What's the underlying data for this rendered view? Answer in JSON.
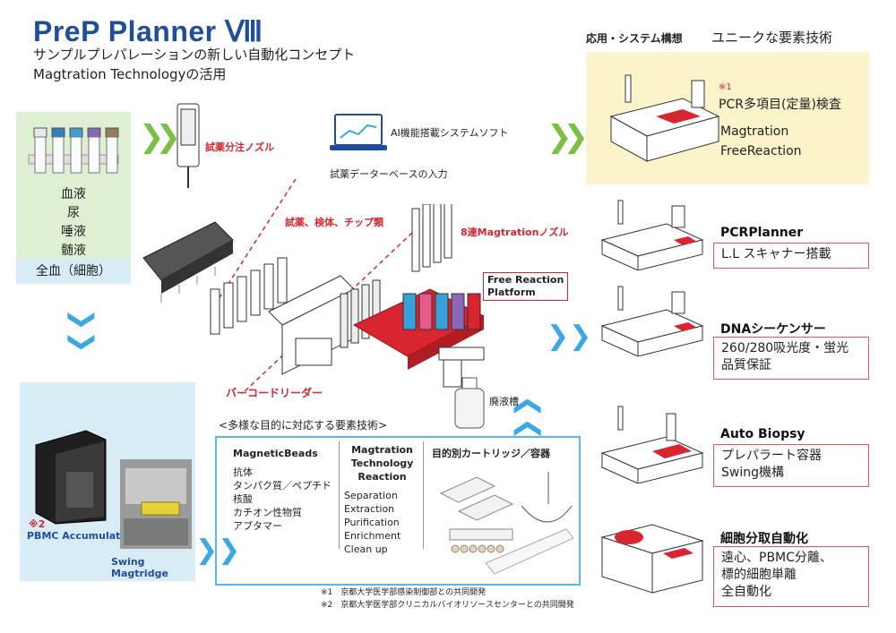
{
  "header": {
    "title": "PreP Planner Ⅷ",
    "subtitle1": "サンプルプレパレーションの新しい自動化コンセプト",
    "subtitle2": "Magtration Technologyの活用"
  },
  "samples": {
    "items": [
      "血液",
      "尿",
      "唾液",
      "髄液"
    ],
    "whole_blood": "全血（細胞）",
    "tube_colors": [
      "#e8e8e8",
      "#2f7fc4",
      "#3aa0d8",
      "#8a67b8",
      "#9b7b5e"
    ]
  },
  "center": {
    "nozzle_label": "試薬分注ノズル",
    "ai_label": "AI機能搭載システムソフト",
    "db_label": "試薬データーベースの入力",
    "reagent_label": "試薬、検体、チップ類",
    "magtration_nozzle_label": "8連Magtrationノズル",
    "free_reaction_label": "Free Reaction\nPlatform",
    "barcode_label": "バーコードリーダー",
    "waste_label": "廃液槽"
  },
  "tech": {
    "heading": "<多様な目的に対応する要素技術>",
    "col1_title": "MagneticBeads",
    "col1_items": [
      "抗体",
      "タンパク質／ペプチド",
      "核酸",
      "カチオン性物質",
      "アプタマー"
    ],
    "col2_title": "Magtration\nTechnology\nReaction",
    "col2_items": [
      "Separation",
      "Extraction",
      "Purification",
      "Enrichment",
      "Clean up"
    ],
    "col3_title": "目的別カートリッジ／容器"
  },
  "bottom_left": {
    "note_mark": "※2",
    "accumulator_label": "PBMC Accumulator",
    "magtridge_label": "Swing Magtridge"
  },
  "right": {
    "header_a": "応用・システム構想",
    "header_b": "ユニークな要素技術",
    "note_mark": "※1",
    "pcr_multi": "PCR多項目(定量)検査",
    "pcr_items": [
      "Magtration",
      "FreeReaction"
    ],
    "systems": [
      {
        "title": "PCRPlanner",
        "desc": "L.L スキャナー搭載"
      },
      {
        "title": "DNAシーケンサー",
        "desc": "260/280吸光度・蛍光\n品質保証"
      },
      {
        "title": "Auto Biopsy",
        "desc": "プレパラート容器\nSwing機構"
      },
      {
        "title": "細胞分取自動化",
        "desc": "遠心、PBMC分離、\n標的細胞単離\n全自動化"
      }
    ]
  },
  "footnotes": {
    "n1": "※1　京都大学医学部感染制御部との共同開発",
    "n2": "※2　京都大学医学部クリニカルバイオリソースセンターとの共同開発"
  },
  "colors": {
    "title_blue": "#1f4e9c",
    "accent_red": "#d9252f",
    "chevron_green": "#7bc043",
    "chevron_blue": "#3aa8e6",
    "sample_green": "#dff0d2",
    "light_blue": "#d8ecf6",
    "yellow": "#fbf3c9"
  }
}
